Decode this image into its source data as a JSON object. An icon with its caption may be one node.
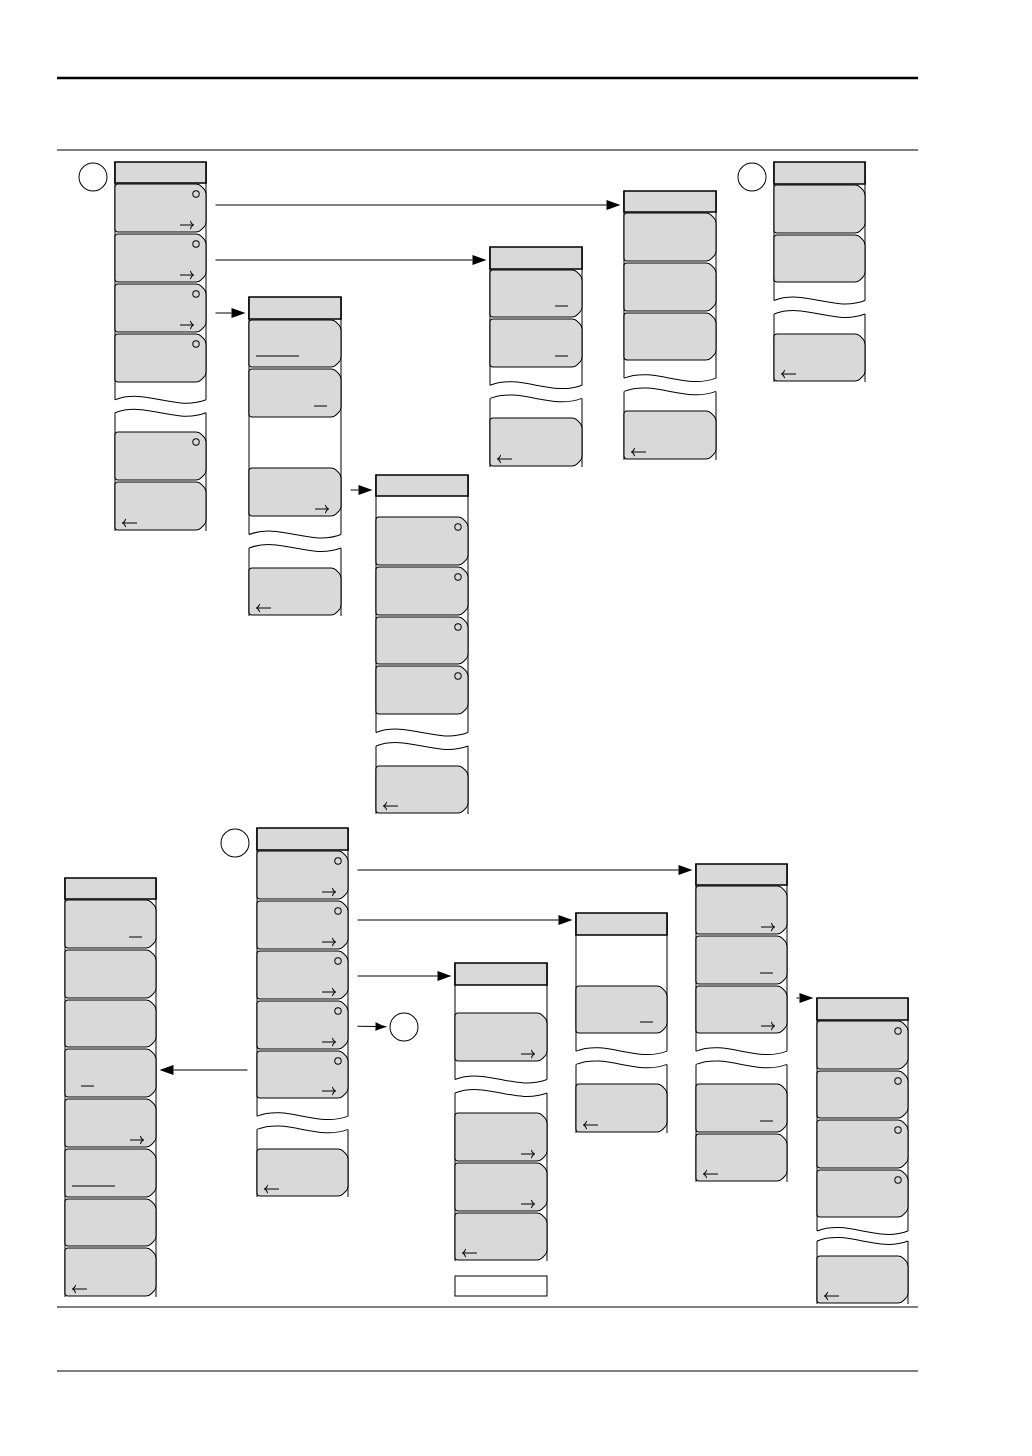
{
  "diagram": {
    "nodes": [
      {
        "text": [],
        "shape": "circle"
      },
      {
        "text": [],
        "shape": "menu"
      },
      {
        "text": [],
        "shape": "menu"
      },
      {
        "text": [],
        "shape": "menu"
      },
      {
        "text": [],
        "shape": "menu"
      },
      {
        "text": [],
        "shape": "menu"
      },
      {
        "text": [],
        "shape": "circle"
      },
      {
        "text": [],
        "shape": "menu"
      },
      {
        "text": [],
        "shape": "circle"
      },
      {
        "text": [],
        "shape": "menu"
      },
      {
        "text": [],
        "shape": "menu"
      },
      {
        "text": [],
        "shape": "menu"
      },
      {
        "text": [],
        "shape": "box"
      },
      {
        "text": [],
        "shape": "circle"
      },
      {
        "text": [],
        "shape": "menu"
      },
      {
        "text": [],
        "shape": "menu"
      },
      {
        "text": [],
        "shape": "menu"
      }
    ],
    "edges": [
      {
        "from": 1,
        "to": 5,
        "arrow": "to"
      },
      {
        "from": 1,
        "to": 4,
        "arrow": "to"
      },
      {
        "from": 1,
        "to": 2,
        "arrow": "to"
      },
      {
        "from": 2,
        "to": 3,
        "arrow": "to"
      },
      {
        "from": 9,
        "to": 15,
        "arrow": "to"
      },
      {
        "from": 9,
        "to": 14,
        "arrow": "to"
      },
      {
        "from": 9,
        "to": 11,
        "arrow": "to"
      },
      {
        "from": 9,
        "to": 13,
        "arrow": "to"
      },
      {
        "from": 9,
        "to": 10,
        "arrow": "to"
      },
      {
        "from": 15,
        "to": 16,
        "arrow": "to"
      }
    ]
  }
}
